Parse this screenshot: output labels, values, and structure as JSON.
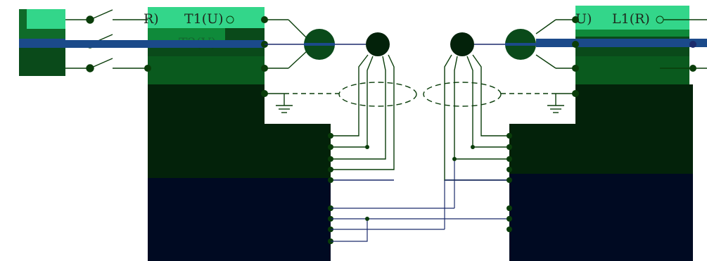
{
  "colors": {
    "wire": "#0a3d0a",
    "wire_blue": "#1b2a6b",
    "block_dark_green": "#03220a",
    "block_navy": "#000a22",
    "label_bar_mint": "#33d68a",
    "label_bar_green": "#0f6b2a",
    "dashed": "#0a3d0a"
  },
  "left": {
    "terminals": {
      "t1": "T1(U)",
      "t2": "T2(V)",
      "r_partial": "R)"
    }
  },
  "right": {
    "terminals": {
      "l1": "L1(R)",
      "u_partial": "U)"
    }
  },
  "icons": {
    "ground": "ground-icon",
    "switch": "switch-icon",
    "motor": "motor-circle-icon",
    "shield": "cable-shield-icon"
  }
}
